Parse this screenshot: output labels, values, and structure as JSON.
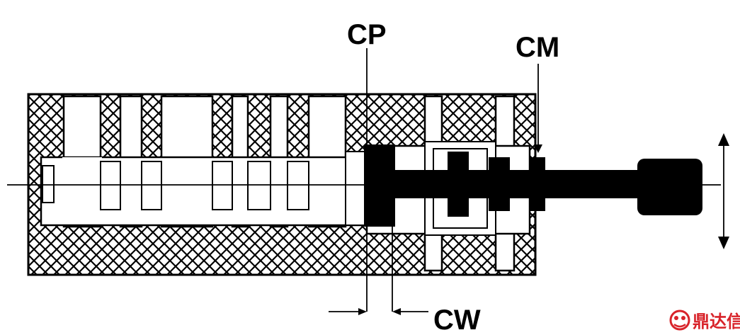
{
  "labels": {
    "cp": "CP",
    "cm": "CM",
    "cw": "CW"
  },
  "watermark": {
    "text": "鼎达信",
    "color": "#d8232a"
  },
  "colors": {
    "ink": "#000000",
    "paper": "#ffffff"
  }
}
